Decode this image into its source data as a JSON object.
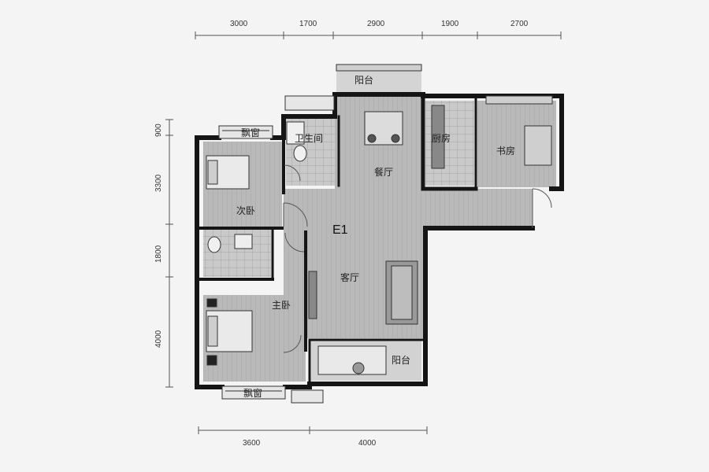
{
  "plan": {
    "unit_code": "E1",
    "colors": {
      "wall": "#151515",
      "floor": "#b8b8b8",
      "floor_dark": "#9d9d9d",
      "paper": "#f4f4f4",
      "line": "#444444"
    },
    "rooms": {
      "balcony_top": "阳台",
      "bay_window_top": "飘窗",
      "bathroom": "卫生间",
      "kitchen": "厨房",
      "study": "书房",
      "dining": "餐厅",
      "second_bedroom": "次卧",
      "living_room": "客厅",
      "master_bedroom": "主卧",
      "balcony_bottom": "阳台",
      "bay_window_bottom": "飘窗"
    },
    "dimensions": {
      "top": [
        "3000",
        "1700",
        "2900",
        "1900",
        "2700"
      ],
      "left": [
        "900",
        "3300",
        "1800",
        "4000"
      ],
      "bottom": [
        "3600",
        "4000"
      ]
    }
  }
}
